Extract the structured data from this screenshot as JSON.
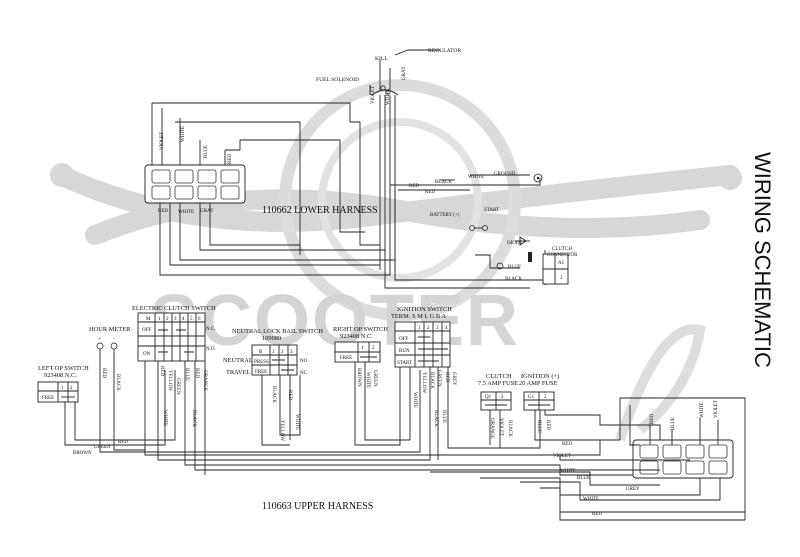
{
  "title": "WIRING SCHEMATIC",
  "watermark": "SCOOTER",
  "harness": {
    "lower": "110662 LOWER HARNESS",
    "upper": "110663 UPPER HARNESS"
  },
  "top": {
    "kill": "KILL",
    "regulator": "REGULATOR",
    "fuel_solenoid": "FUEL SOLENOID",
    "gray": "GRAY",
    "white": "WHITE",
    "violet": "VIOLET"
  },
  "lower_conn_labels": {
    "violet": "VIOLET",
    "white": "WHITE",
    "blue": "BLUE",
    "red": "RED",
    "bot_red": "RED",
    "bot_white": "WHITE",
    "bot_gray": "GRAY"
  },
  "right_mid": {
    "white": "WHITE",
    "ground": "GROUND",
    "black": "BLACK",
    "red1": "RED",
    "red2": "RED",
    "battery": "BATTERY (+)",
    "start": "START",
    "diode": "DIODE",
    "clutch_conn": [
      "CLUTCH",
      "CONNECTOR"
    ],
    "a1": "A1",
    "a2": "2",
    "blue": "BLUE"
  },
  "components": {
    "elec_clutch": {
      "title": "ELECTRIC CLUTCH SWITCH",
      "m": "M",
      "cols": [
        "1",
        "2",
        "3",
        "4",
        "5",
        "6"
      ],
      "off": "OFF",
      "on": "ON",
      "nc": "N.C.",
      "no": "N.O."
    },
    "hour_meter": {
      "title": "HOUR METER",
      "plus": "+",
      "minus": "-"
    },
    "neutral_lock": {
      "title": "NEUTRAL LOCK BAIL SWITCH",
      "part": "109080",
      "neutral": "NEUTRAL",
      "travel": "TRAVEL",
      "b": "B",
      "cols": [
        "1",
        "2",
        "3"
      ],
      "press": "PRESS",
      "free": "FREE",
      "no": "NO",
      "nc": "NC"
    },
    "left_op": {
      "title": "LEFT OP SWITCH",
      "part": "923408  N.C.",
      "cols": [
        "1",
        "2"
      ],
      "free": "FREE"
    },
    "right_op": {
      "title": "RIGHT OP SWITCH",
      "part": "923408  N.C.",
      "cols": [
        "1",
        "2"
      ],
      "free": "FREE"
    },
    "ignition": {
      "title": "IGNITION SWITCH",
      "term": "TERM.  S  M L  G  B  A",
      "off": "OFF",
      "run": "RUN",
      "start": "START",
      "cols": [
        "1",
        "2",
        "3",
        "4"
      ]
    },
    "clutch_fuse": {
      "title": "CLUTCH",
      "rating": "7.5 AMP FUSE",
      "q": "Q1",
      "c2": "2"
    },
    "ign_fuse": {
      "title": "IGNITION (+)",
      "rating": "20 AMP FUSE",
      "q": "G1",
      "c2": "2"
    }
  },
  "wires": {
    "red": "RED",
    "yellow": "YELLOW",
    "green": "GREEN",
    "white": "WHITE",
    "blue": "BLUE",
    "black": "BLACK",
    "orange": "ORANGE",
    "brown": "BROWN",
    "grey": "GREY",
    "violet": "VIOLET",
    "red_short": "RED"
  }
}
